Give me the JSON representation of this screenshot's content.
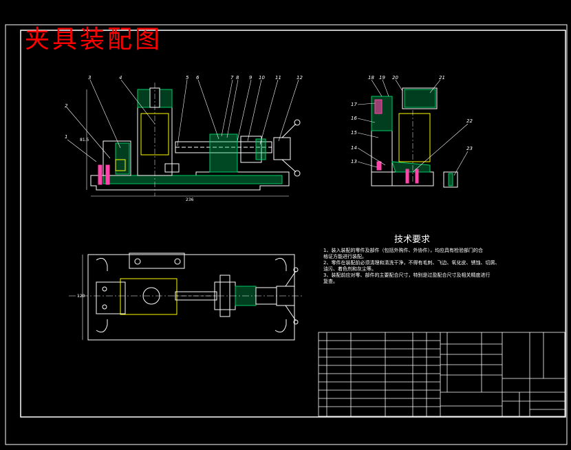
{
  "drawing": {
    "title": "夹具装配图",
    "colors": {
      "background": "#000000",
      "outline": "#ffffff",
      "title": "#ff0000",
      "hatch": "#00cc66",
      "part_fill": "#ffff00",
      "pin": "#ff44aa"
    }
  },
  "technical_requirements": {
    "heading": "技术要求",
    "items": [
      "1、装入装配的零件及部件（包括外购件、外协件），均应具有检验部门的合",
      "格证方能进行装配。",
      "2、零件在装配前必须清理和清洗干净，不得有毛刺、飞边、氧化皮、锈蚀、切屑、",
      "油污、着色剂和灰尘等。",
      "3、装配前应对零、部件的主要配合尺寸，特别是过盈配合尺寸及相关精度进行",
      "复查。"
    ]
  },
  "dimensions": {
    "front_width": "236",
    "front_height": "81.5",
    "top_height": "120"
  },
  "callouts_front": [
    "1",
    "2",
    "3",
    "4",
    "5",
    "6",
    "7",
    "8",
    "9",
    "10",
    "11",
    "12"
  ],
  "callouts_side": [
    "13",
    "14",
    "15",
    "16",
    "17",
    "18",
    "19",
    "20",
    "21",
    "22",
    "23"
  ]
}
